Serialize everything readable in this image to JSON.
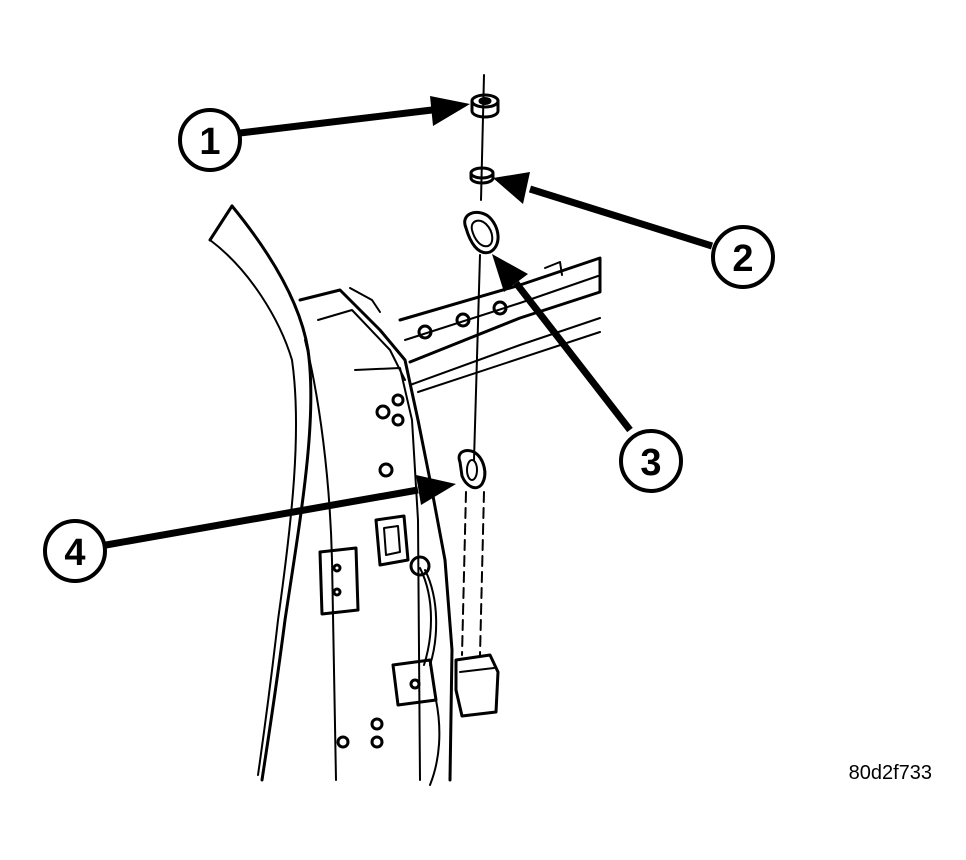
{
  "diagram": {
    "callouts": [
      {
        "id": "callout-1",
        "label": "1"
      },
      {
        "id": "callout-2",
        "label": "2"
      },
      {
        "id": "callout-3",
        "label": "3"
      },
      {
        "id": "callout-4",
        "label": "4"
      }
    ],
    "figure_id": "80d2f733",
    "colors": {
      "line": "#000000",
      "background": "#ffffff"
    }
  }
}
